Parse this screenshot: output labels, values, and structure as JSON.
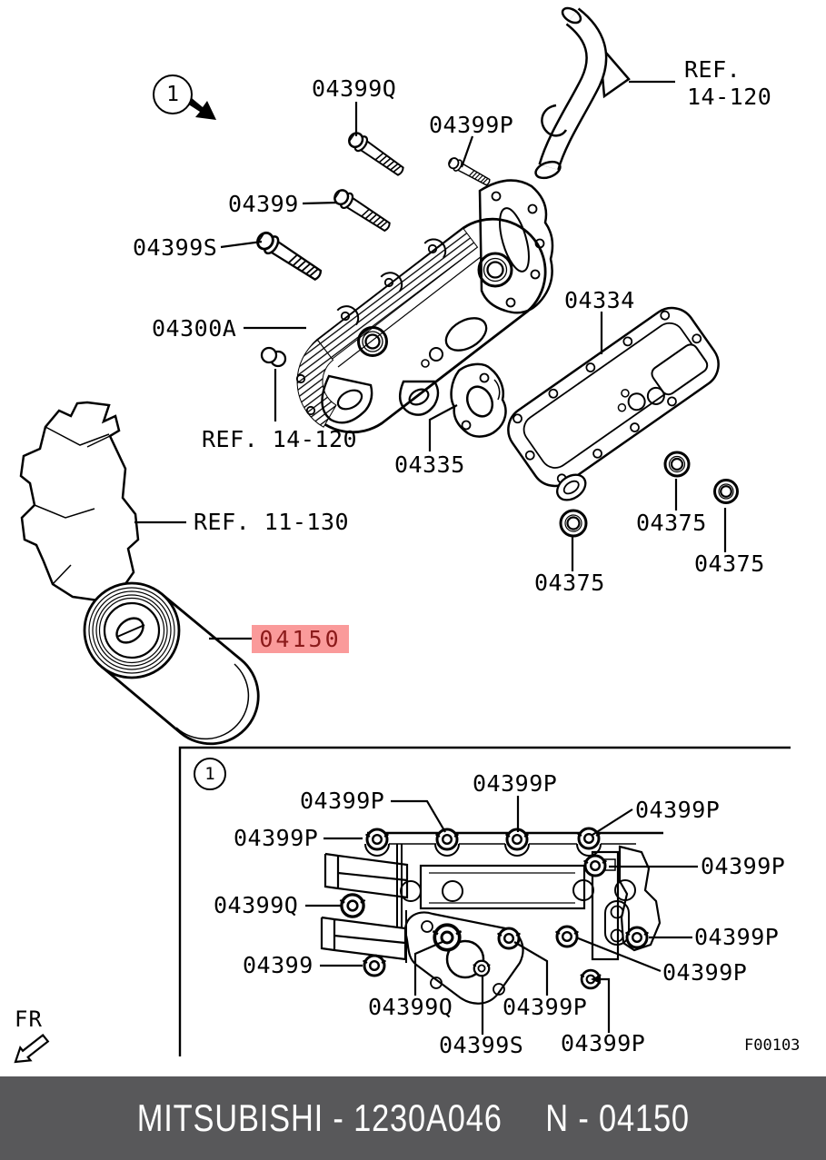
{
  "callouts": {
    "main_marker": "1",
    "inset_marker": "1"
  },
  "labels": {
    "main": {
      "bolt_q": "04399Q",
      "bolt_p": "04399P",
      "pipe_ref_line1": "REF.",
      "pipe_ref_line2": "14-120",
      "bolt_plain": "04399",
      "bolt_s": "04399S",
      "oil_cooler": "04300A",
      "gasket_large": "04334",
      "plug_ref": "REF. 14-120",
      "gasket_small": "04335",
      "block_ref": "REF. 11-130",
      "seal_left": "04375",
      "seal_mid": "04375",
      "seal_right": "04375"
    },
    "inset": {
      "p_upper_left": "04399P",
      "p_top_center": "04399P",
      "p_top_right": "04399P",
      "p_left": "04399P",
      "p_right_mid": "04399P",
      "q_left": "04399Q",
      "p_right_lower": "04399P",
      "bolt_plain": "04399",
      "p_diagonal": "04399P",
      "q_bottom": "04399Q",
      "p_bottom_center": "04399P",
      "s_bottom": "04399S",
      "p_bottom_right": "04399P"
    },
    "fr_label": "FR",
    "figure_code": "F00103"
  },
  "highlight": {
    "text": "04150",
    "bg": "#fa9a9a",
    "fg": "#8b1a1a"
  },
  "footer": {
    "brand_part": "MITSUBISHI - 1230A046",
    "ref_part": "N - 04150",
    "bg": "#58585a",
    "fg": "#ffffff"
  }
}
